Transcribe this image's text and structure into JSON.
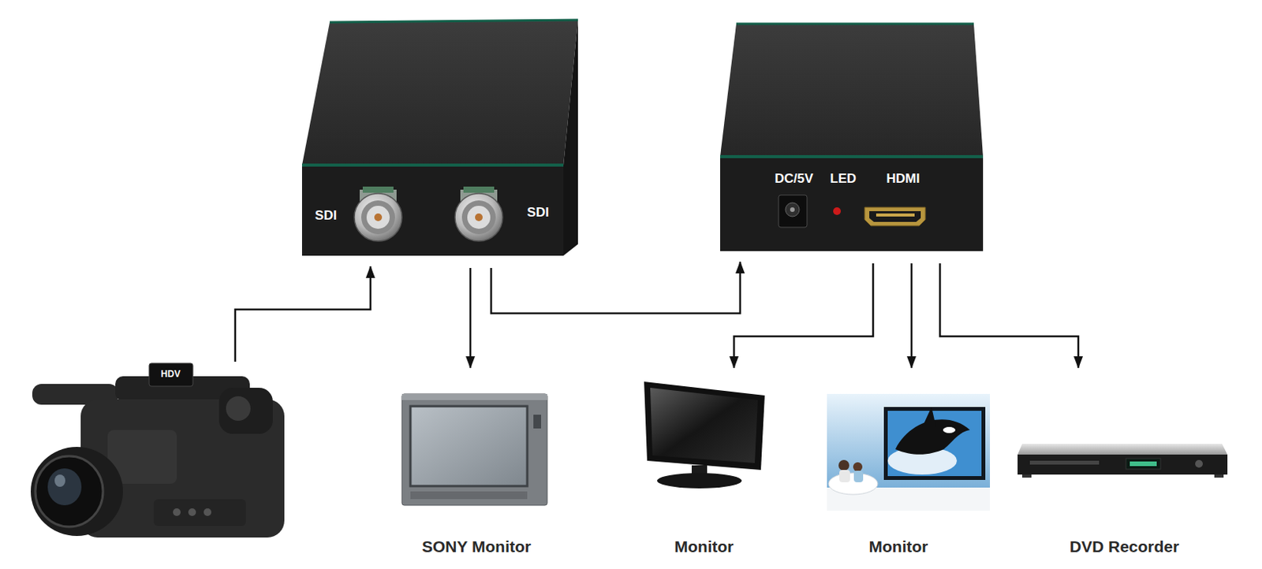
{
  "diagram": {
    "nodes": [
      {
        "text": [
          "SDI",
          "SDI"
        ]
      },
      {
        "text": [
          "DC/5V",
          "LED",
          "HDMI"
        ]
      },
      {
        "text": [
          "HDV"
        ]
      },
      {
        "text": [
          "SONY Monitor"
        ]
      },
      {
        "text": [
          "Monitor"
        ]
      },
      {
        "text": [
          "Monitor"
        ]
      },
      {
        "text": [
          "DVD Recorder"
        ]
      }
    ],
    "edges": [
      {
        "from": 2,
        "to": 0,
        "arrow": "to"
      },
      {
        "from": 0,
        "to": 3,
        "arrow": "to"
      },
      {
        "from": 0,
        "to": 1,
        "arrow": "to"
      },
      {
        "from": 1,
        "to": 4,
        "arrow": "to"
      },
      {
        "from": 1,
        "to": 5,
        "arrow": "to"
      },
      {
        "from": 1,
        "to": 6,
        "arrow": "to"
      }
    ]
  }
}
